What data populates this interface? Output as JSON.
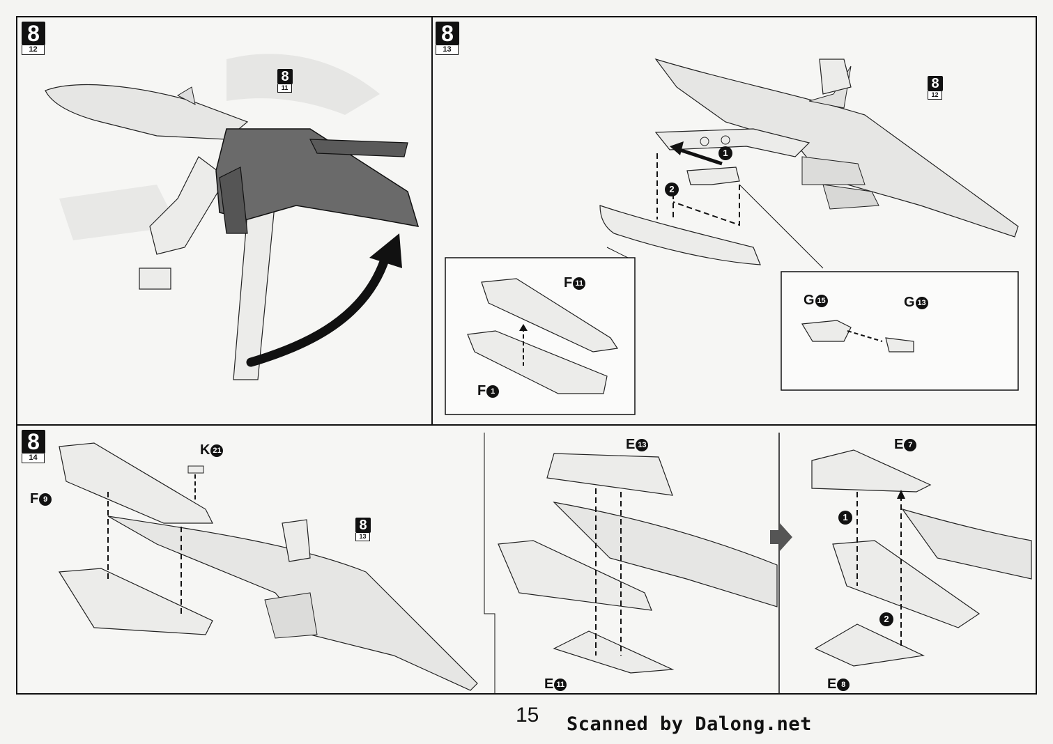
{
  "page": {
    "number": "15",
    "credit": "Scanned by Dalong.net"
  },
  "colors": {
    "ink": "#111111",
    "part_light": "#e4e4e2",
    "part_dark": "#6a6a6a",
    "ghost": "#dcdcda"
  },
  "panels": [
    {
      "step": "8",
      "sub": "12",
      "ref": {
        "step": "8",
        "sub": "11"
      },
      "icon": "curved-arrow-icon"
    },
    {
      "step": "8",
      "sub": "13",
      "ref": {
        "step": "8",
        "sub": "12"
      },
      "markers": [
        "1",
        "2"
      ],
      "labels": [
        {
          "letter": "F",
          "n": "11"
        },
        {
          "letter": "F",
          "n": "1"
        },
        {
          "letter": "G",
          "n": "15"
        },
        {
          "letter": "G",
          "n": "13"
        }
      ]
    },
    {
      "step": "8",
      "sub": "14",
      "ref": {
        "step": "8",
        "sub": "13"
      },
      "markers": [
        "1",
        "2"
      ],
      "labels": [
        {
          "letter": "K",
          "n": "21"
        },
        {
          "letter": "F",
          "n": "9"
        },
        {
          "letter": "E",
          "n": "13"
        },
        {
          "letter": "E",
          "n": "11"
        },
        {
          "letter": "E",
          "n": "7"
        },
        {
          "letter": "E",
          "n": "8"
        }
      ]
    }
  ]
}
